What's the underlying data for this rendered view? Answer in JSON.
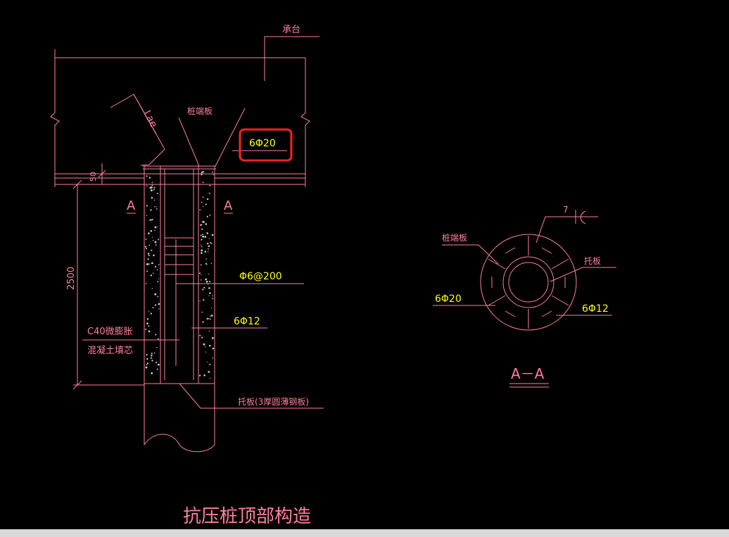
{
  "colors": {
    "background": "#000000",
    "line": "#ff7f9f",
    "text_pink": "#ff7f9f",
    "text_yellow": "#ffff00",
    "highlight": "#ff2020",
    "hatch": "#c8c8c8",
    "statusbar": "#d9d9d9"
  },
  "labels": {
    "cap": "承台",
    "pile_end_plate_top": "桩端板",
    "rebar_top": "6Φ20",
    "lae": "Lae",
    "dim_50": "50",
    "section_left": "A",
    "section_right": "A",
    "stirrup": "Φ6@200",
    "rebar_6phi12": "6Φ12",
    "dim_2500": "2500",
    "c40_line1": "C40微膨胀",
    "c40_line2": "混凝土填芯",
    "support_plate_note": "托板(3厚圆薄钢板)",
    "main_title": "抗压桩顶部构造"
  },
  "section": {
    "title": "A－A",
    "pile_end_plate": "桩端板",
    "dim_7": "7",
    "support_plate": "托板",
    "rebar_6phi20": "6Φ20",
    "rebar_6phi12": "6Φ12"
  }
}
